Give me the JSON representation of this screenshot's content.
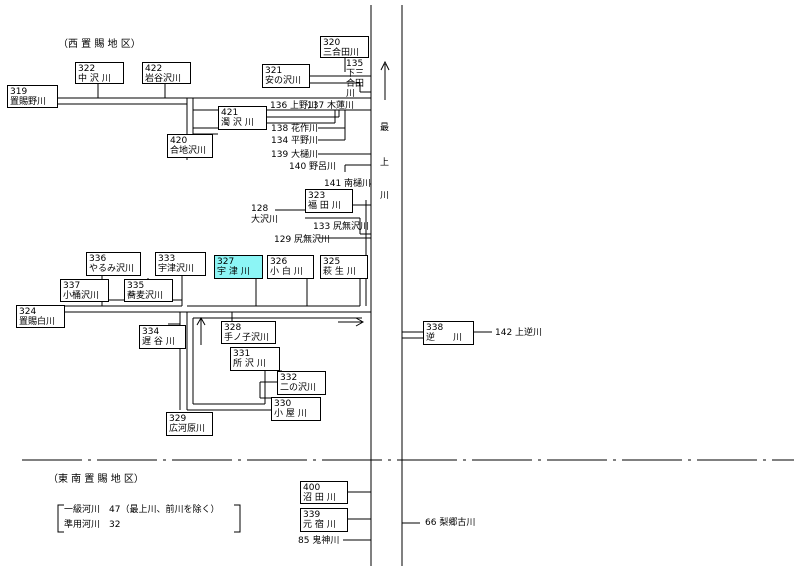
{
  "regions": {
    "west": "（西 置 賜 地 区）",
    "southeast": "（東 南 置 賜 地 区）"
  },
  "main_river": [
    "最",
    "上",
    "川"
  ],
  "boxes": {
    "b320": {
      "num": "320",
      "name": "三合田川"
    },
    "b135": {
      "num": "135",
      "name": "下三合田川"
    },
    "b321": {
      "num": "321",
      "name": "安の沢川"
    },
    "b322": {
      "num": "322",
      "name": "中 沢 川"
    },
    "b422": {
      "num": "422",
      "name": "岩谷沢川"
    },
    "b319": {
      "num": "319",
      "name": "置賜野川"
    },
    "b421": {
      "num": "421",
      "name": "濁 沢 川"
    },
    "b420": {
      "num": "420",
      "name": "合地沢川"
    },
    "b323": {
      "num": "323",
      "name": "福 田 川"
    },
    "b336": {
      "num": "336",
      "name": "やるみ沢川"
    },
    "b333": {
      "num": "333",
      "name": "宇津沢川"
    },
    "b327": {
      "num": "327",
      "name": "宇 津 川"
    },
    "b326": {
      "num": "326",
      "name": "小 白 川"
    },
    "b325": {
      "num": "325",
      "name": "萩 生 川"
    },
    "b337": {
      "num": "337",
      "name": "小桶沢川"
    },
    "b335": {
      "num": "335",
      "name": "蕎麦沢川"
    },
    "b324": {
      "num": "324",
      "name": "置賜白川"
    },
    "b334": {
      "num": "334",
      "name": "遅 谷 川"
    },
    "b328": {
      "num": "328",
      "name": "手ノ子沢川"
    },
    "b331": {
      "num": "331",
      "name": "所 沢 川"
    },
    "b332": {
      "num": "332",
      "name": "二の沢川"
    },
    "b330": {
      "num": "330",
      "name": "小 屋 川"
    },
    "b329": {
      "num": "329",
      "name": "広河原川"
    },
    "b338": {
      "num": "338",
      "name": "逆　　川"
    },
    "b400": {
      "num": "400",
      "name": "沼 田 川"
    },
    "b339": {
      "num": "339",
      "name": "元 宿 川"
    }
  },
  "labels": {
    "l136": "136 上野川",
    "l137": "137 木蓮川",
    "l138": "138 花作川",
    "l134": "134 平野川",
    "l139": "139 大樋川",
    "l140": "140 野呂川",
    "l141": "141 南樋川",
    "l128a": "128",
    "l128b": "大沢川",
    "l133": "133 尻無沢川",
    "l129": "129 尻無沢川",
    "l142": "142 上逆川",
    "l66": "66 梨郷古川",
    "l85": "85 鬼神川"
  },
  "summary": {
    "line1": "一級河川　47（最上川、前川を除く）",
    "line2": "準用河川　32"
  }
}
